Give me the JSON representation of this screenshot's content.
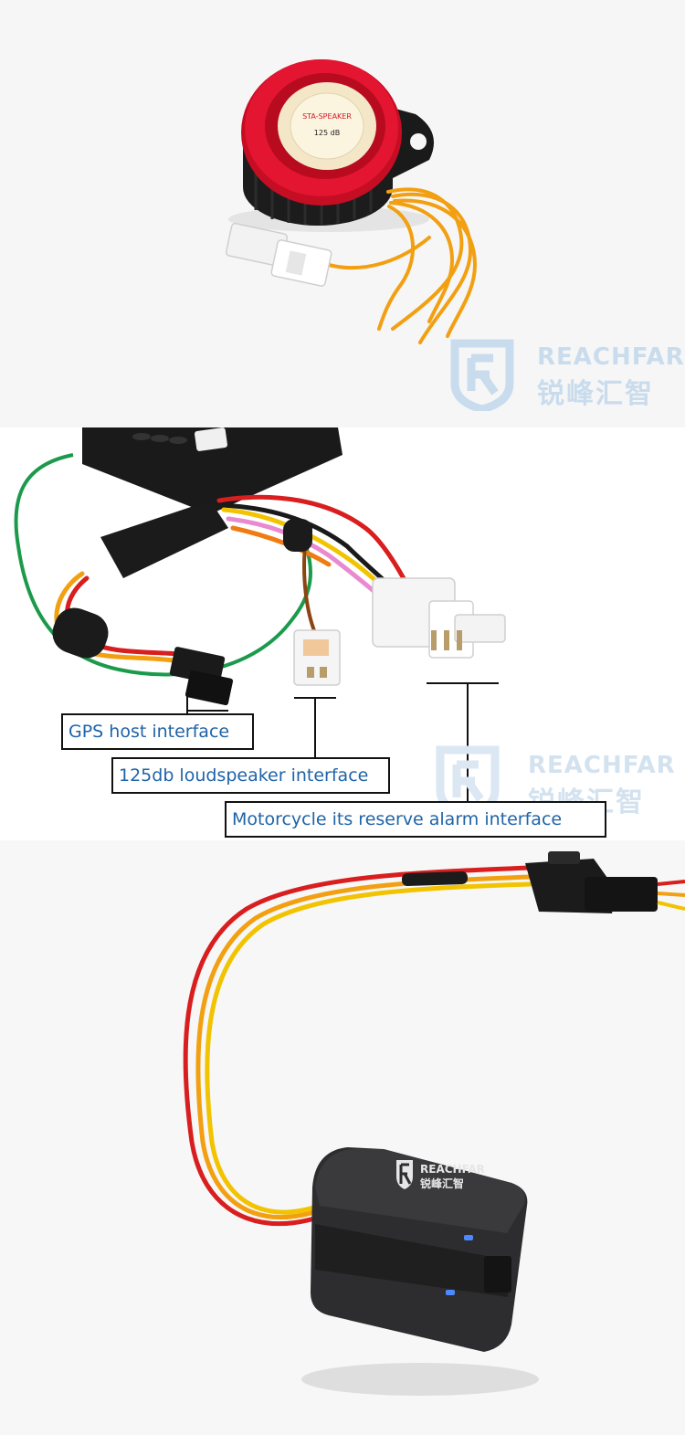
{
  "panel1": {
    "speaker_brand": "STA-SPEAKER",
    "speaker_rating": "125 dB",
    "watermark_en": "REACHFAR",
    "watermark_cn": "锐峰汇智"
  },
  "panel2": {
    "labels": {
      "gps": "GPS host interface",
      "speaker": "125db loudspeaker interface",
      "reserve": "Motorcycle its reserve alarm interface"
    },
    "watermark_en": "REACHFAR",
    "watermark_cn": "锐峰汇智"
  },
  "panel3": {
    "device_brand_en": "REACHFAR",
    "device_brand_cn": "锐峰汇智"
  },
  "colors": {
    "label_text": "#1f63a8",
    "watermark": "#c9dced",
    "speaker_red": "#d8102a",
    "wire_orange": "#f2a012",
    "wire_red": "#d81e1e"
  }
}
